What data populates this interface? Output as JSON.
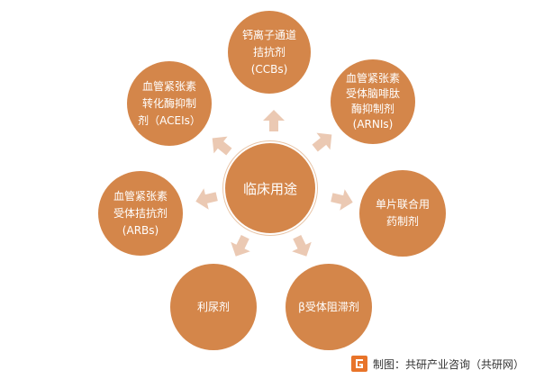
{
  "diagram": {
    "center_label": "临床用途",
    "nodes": [
      {
        "id": "ccb",
        "lines": [
          "钙离子通道",
          "拮抗剂",
          "(CCBs)"
        ]
      },
      {
        "id": "arni",
        "lines": [
          "血管紧张素",
          "受体脑啡肽",
          "酶抑制剂",
          "(ARNIs)"
        ]
      },
      {
        "id": "combo",
        "lines": [
          "单片联合用",
          "药制剂"
        ]
      },
      {
        "id": "beta",
        "lines": [
          "β受体阻滞剂"
        ]
      },
      {
        "id": "diuretic",
        "lines": [
          "利尿剂"
        ]
      },
      {
        "id": "arb",
        "lines": [
          "血管紧张素",
          "受体拮抗剂",
          "(ARBs)"
        ]
      },
      {
        "id": "acei",
        "lines": [
          "血管紧张素",
          "转化酶抑制",
          "剂（ACEIs）"
        ]
      }
    ]
  },
  "footer": {
    "source_text": "制图：共研产业咨询（共研网）"
  },
  "colors": {
    "node_fill": "#D4864A",
    "arrow_fill": "#EBC9B3"
  }
}
